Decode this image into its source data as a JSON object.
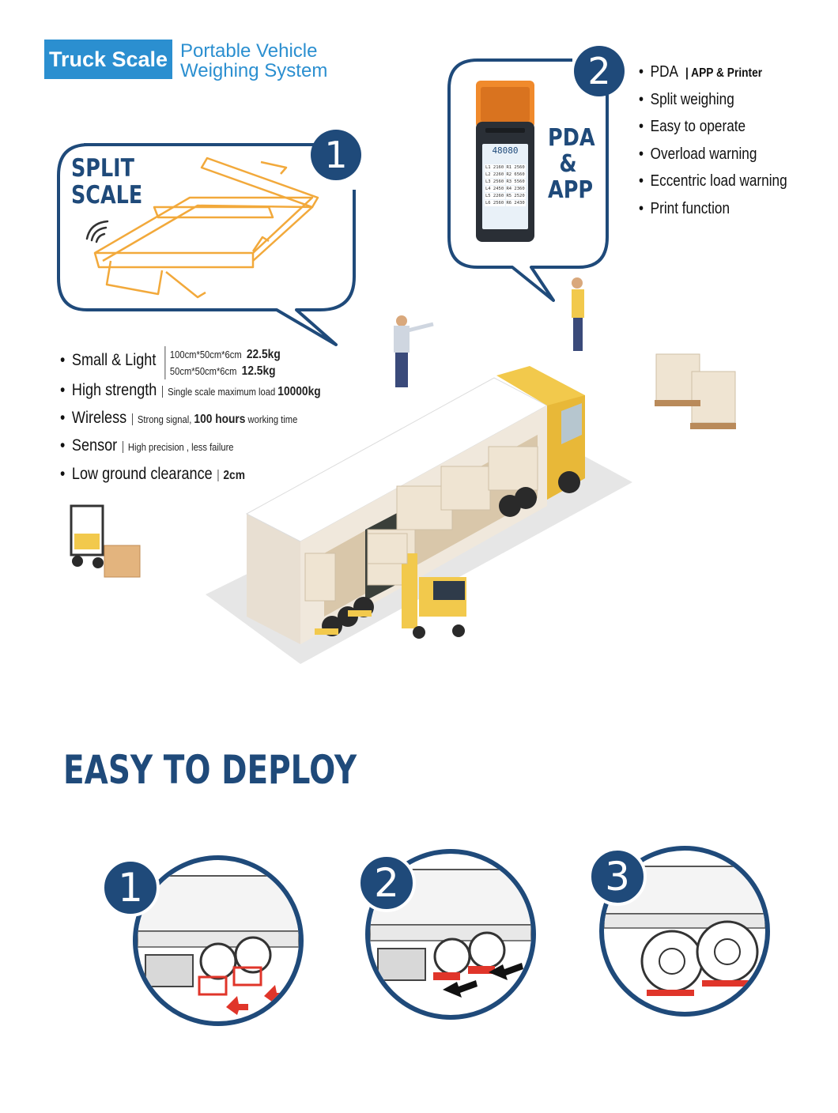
{
  "header": {
    "badge": "Truck Scale",
    "subtitle_line1": "Portable Vehicle",
    "subtitle_line2": "Weighing System"
  },
  "callout1": {
    "number": "1",
    "label_line1": "SPLIT",
    "label_line2": "SCALE"
  },
  "callout2": {
    "number": "2",
    "label_line1": "PDA",
    "label_line2": "&",
    "label_line3": "APP",
    "device": {
      "reading": "48080",
      "cells": [
        "L1 2160",
        "R1 2560",
        "L2 2260",
        "R2 6560",
        "L3 2560",
        "R3 5560",
        "L4 2450",
        "R4 2360",
        "L5 2260",
        "R5 2520",
        "L6 2560",
        "R6 2430"
      ]
    }
  },
  "pda_features": {
    "item1_main": "PDA",
    "item1_sub": "APP & Printer",
    "item2": "Split weighing",
    "item3": "Easy to operate",
    "item4": "Overload warning",
    "item5": "Eccentric load warning",
    "item6": "Print function"
  },
  "specs": {
    "small_light": {
      "title": "Small & Light",
      "size1": "100cm*50cm*6cm",
      "weight1": "22.5kg",
      "size2": "50cm*50cm*6cm",
      "weight2": "12.5kg"
    },
    "strength": {
      "title": "High strength",
      "detail": "Single scale maximum load",
      "value": "10000kg"
    },
    "wireless": {
      "title": "Wireless",
      "detail_pre": "Strong signal,",
      "value": "100 hours",
      "detail_post": "working time"
    },
    "sensor": {
      "title": "Sensor",
      "detail": "High precision , less failure"
    },
    "clearance": {
      "title": "Low ground clearance",
      "value": "2cm"
    }
  },
  "deploy": {
    "title": "EASY TO DEPLOY",
    "steps": [
      "1",
      "2",
      "3"
    ]
  },
  "colors": {
    "navy": "#1f4a7a",
    "blue": "#2b8fd0",
    "orange": "#f08a2c",
    "scale_outline": "#f2a93b",
    "truck_yellow": "#f2c94c",
    "arrow_red": "#e0352a"
  }
}
